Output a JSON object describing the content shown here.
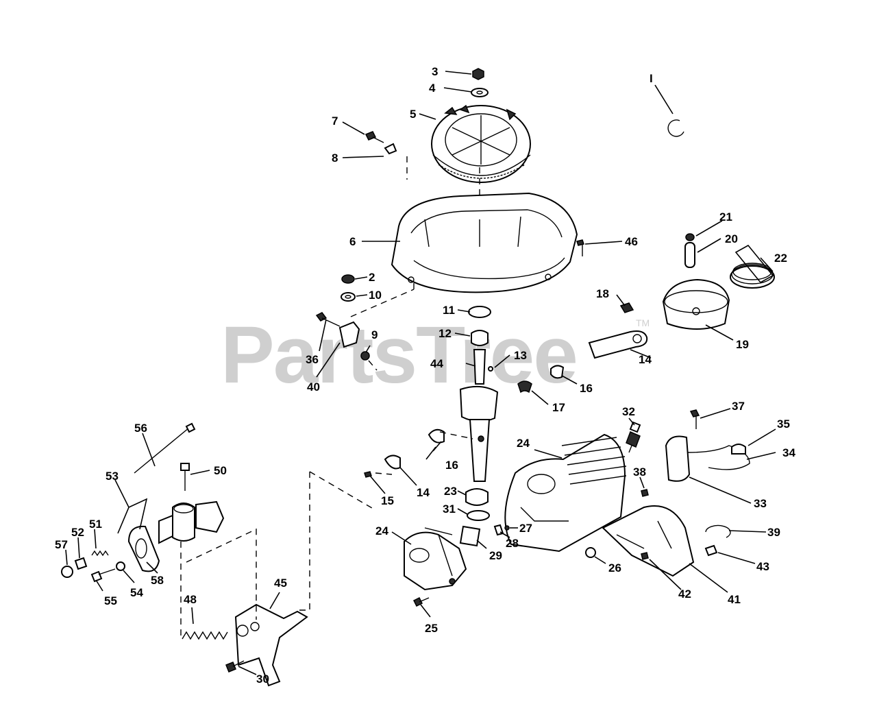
{
  "watermark": {
    "text": "PartsTree",
    "trademark": "TM"
  },
  "callouts": [
    "I",
    "2",
    "3",
    "4",
    "5",
    "6",
    "7",
    "8",
    "9",
    "10",
    "11",
    "12",
    "13",
    "14",
    "15",
    "16",
    "17",
    "18",
    "19",
    "20",
    "21",
    "22",
    "23",
    "24",
    "25",
    "26",
    "27",
    "28",
    "29",
    "30",
    "31",
    "32",
    "33",
    "34",
    "35",
    "36",
    "37",
    "38",
    "39",
    "40",
    "41",
    "42",
    "43",
    "44",
    "45",
    "46",
    "48",
    "50",
    "51",
    "52",
    "53",
    "54",
    "55",
    "56",
    "57",
    "58"
  ]
}
